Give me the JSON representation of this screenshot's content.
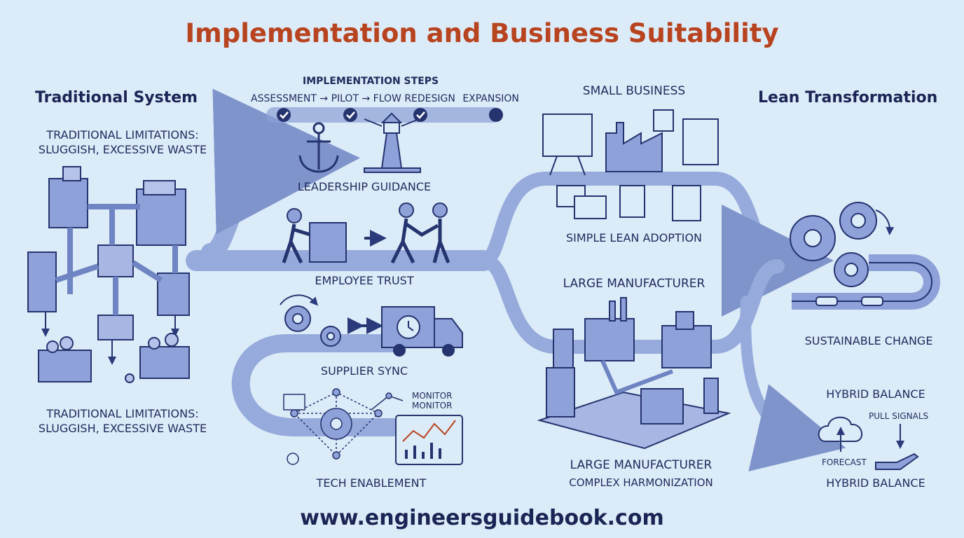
{
  "title": "Implementation and Business Suitability",
  "left": {
    "heading": "Traditional System",
    "limitations_top": [
      "TRADITIONAL LIMITATIONS:",
      "SLUGGISH, EXCESSIVE WASTE"
    ],
    "limitations_bottom": [
      "TRADITIONAL LIMITATIONS:",
      "SLUGGISH, EXCESSIVE WASTE"
    ]
  },
  "steps": {
    "heading": "IMPLEMENTATION STEPS",
    "sequence": [
      "ASSESSMENT",
      "PILOT",
      "FLOW REDESIGN",
      "EXPANSION"
    ],
    "arrow": "→"
  },
  "middle": {
    "leadership": "LEADERSHIP GUIDANCE",
    "employee": "EMPLOYEE TRUST",
    "supplier": "SUPPLIER SYNC",
    "tech": "TECH ENABLEMENT",
    "monitor": [
      "MONITOR",
      "MONITOR"
    ]
  },
  "business": {
    "small_heading": "SMALL BUSINESS",
    "small_caption": "SIMPLE LEAN ADOPTION",
    "large_heading": "LARGE MANUFACTURER",
    "large_heading_2": "LARGE MANUFACTURER",
    "large_caption": "COMPLEX HARMONIZATION"
  },
  "right": {
    "heading": "Lean Transformation",
    "sustainable": "SUSTAINABLE CHANGE",
    "hybrid_heading": "HYBRID BALANCE",
    "pull": "PULL SIGNALS",
    "forecast": "FORECAST",
    "hybrid_caption": "HYBRID BALANCE"
  },
  "footer": "www.engineersguidebook.com",
  "colors": {
    "title": "#b8431f",
    "accent": "#3b4c9a",
    "flow": "#7f96cf",
    "background": "#dcebf8"
  }
}
